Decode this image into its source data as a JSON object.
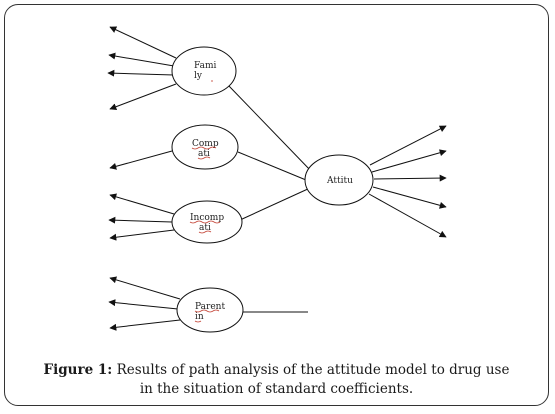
{
  "figure": {
    "caption_label": "Figure 1:",
    "caption_text_line1": "Results of path analysis of the attitude model to drug use",
    "caption_text_line2": "in the situation of standard coefficients."
  },
  "nodes": [
    {
      "id": "family",
      "line1": "Fami",
      "line2": "ly"
    },
    {
      "id": "compat",
      "line1": "Comp",
      "line2": "ati"
    },
    {
      "id": "incompat",
      "line1": "Incomp",
      "line2": "ati"
    },
    {
      "id": "parent",
      "line1": "Parent",
      "line2": "in"
    },
    {
      "id": "attitude",
      "line1": "Attitu",
      "line2": ""
    }
  ],
  "colors": {
    "stroke": "#111111",
    "label_underline": "#c0392b",
    "frame": "#333333"
  }
}
